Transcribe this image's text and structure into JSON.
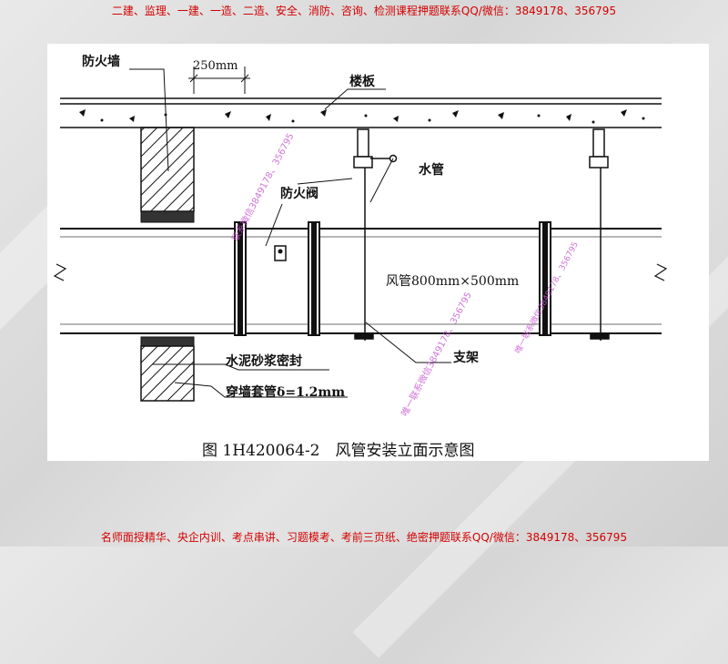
{
  "banner": {
    "top": "二建、监理、一建、一造、二造、安全、消防、咨询、检测课程押题联系QQ/微信：3849178、356795",
    "bottom": "名师面授精华、央企内训、考点串讲、习题模考、考前三页纸、绝密押题联系QQ/微信：3849178、356795"
  },
  "labels": {
    "firewall": "防火墙",
    "dimension": "250mm",
    "floor_slab": "楼板",
    "water_pipe": "水管",
    "fire_damper": "防火阀",
    "duct": "风管800mm×500mm",
    "support": "支架",
    "cement_seal": "水泥砂浆密封",
    "sleeve": "穿墙套管δ=1.2mm"
  },
  "caption": "图 1H420064-2　风管安装立面示意图",
  "watermarks": {
    "w1": "联系微信3849178、356795",
    "w2": "唯一联系微信3849178、356795",
    "w3": "唯一联系微信3849178、356795"
  },
  "colors": {
    "banner_text": "#d40000",
    "watermark": "#c85ad0",
    "line": "#111111"
  }
}
